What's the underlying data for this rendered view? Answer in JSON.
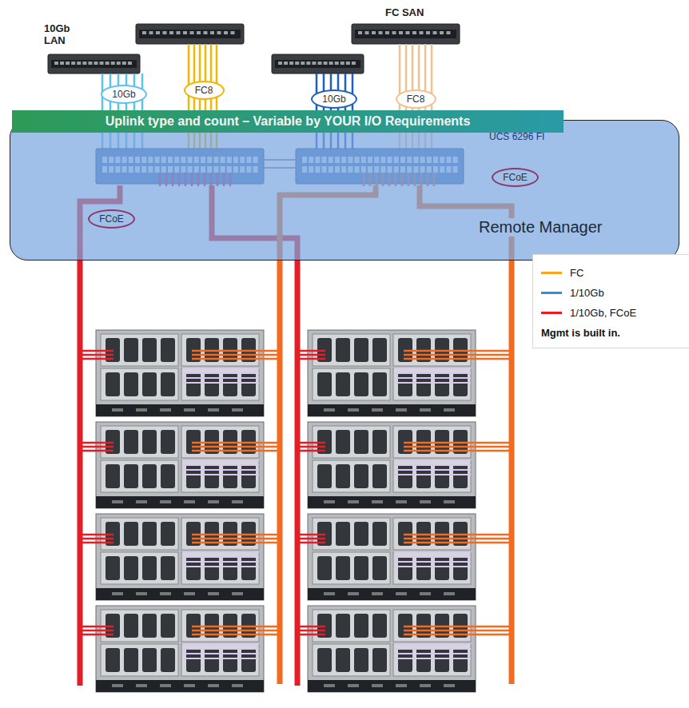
{
  "diagram": {
    "nodes": [
      {
        "text": [
          "10Gb"
        ]
      },
      {
        "text": [
          "FC8"
        ]
      },
      {
        "text": [
          "10Gb"
        ]
      },
      {
        "text": [
          "FC8"
        ]
      },
      {
        "text": [
          "Uplink type and count – Variable by YOUR I/O Requirements"
        ]
      },
      {
        "text": [
          "Remote Manager"
        ]
      },
      {
        "text": [
          "FCoE"
        ],
        "in": 5
      },
      {
        "text": [
          "FCoE"
        ],
        "in": 5
      }
    ],
    "labels": [
      "10Gb LAN",
      "FC SAN",
      "UCS 6296 FI"
    ],
    "legend": [
      {
        "text": "FC",
        "color": "#f5a623"
      },
      {
        "text": "1/10Gb",
        "color": "#2f8fe0"
      },
      {
        "text": "1/10Gb, FCoE",
        "color": "#e41e26"
      },
      {
        "text": "Mgmt is built in."
      }
    ]
  }
}
